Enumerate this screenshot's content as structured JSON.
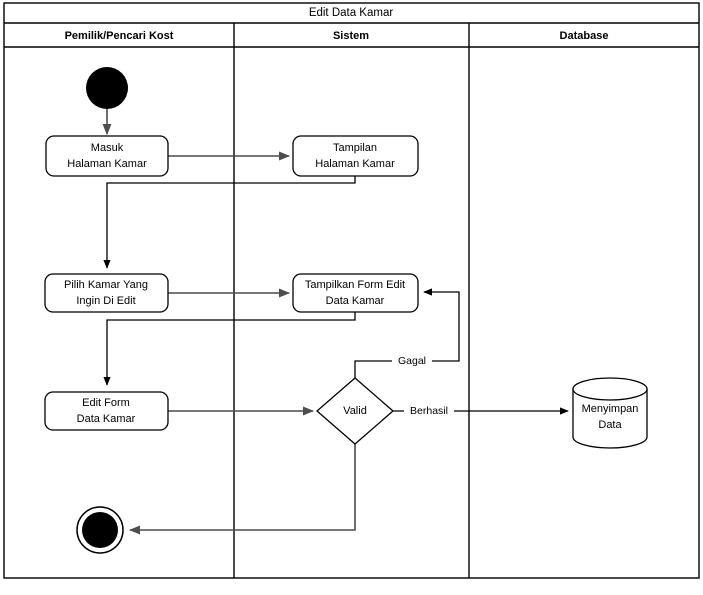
{
  "diagram": {
    "title": "Edit Data Kamar",
    "type": "uml-activity-diagram",
    "lanes": [
      {
        "id": "actor",
        "label": "Pemilik/Pencari Kost"
      },
      {
        "id": "system",
        "label": "Sistem"
      },
      {
        "id": "database",
        "label": "Database"
      }
    ],
    "nodes": {
      "start": {
        "kind": "initial-node",
        "lane": "actor"
      },
      "masuk_halaman_kamar": {
        "kind": "activity",
        "lane": "actor",
        "line1": "Masuk",
        "line2": "Halaman Kamar"
      },
      "tampilan_halaman_kamar": {
        "kind": "activity",
        "lane": "system",
        "line1": "Tampilan",
        "line2": "Halaman Kamar"
      },
      "pilih_kamar": {
        "kind": "activity",
        "lane": "actor",
        "line1": "Pilih Kamar Yang",
        "line2": "Ingin Di Edit"
      },
      "tampilkan_form_edit": {
        "kind": "activity",
        "lane": "system",
        "line1": "Tampilkan Form Edit",
        "line2": "Data Kamar"
      },
      "edit_form": {
        "kind": "activity",
        "lane": "actor",
        "line1": "Edit Form",
        "line2": "Data Kamar"
      },
      "valid": {
        "kind": "decision",
        "lane": "system",
        "label": "Valid"
      },
      "menyimpan_data": {
        "kind": "datastore",
        "lane": "database",
        "line1": "Menyimpan",
        "line2": "Data"
      },
      "end": {
        "kind": "final-node",
        "lane": "actor"
      }
    },
    "edges": [
      {
        "from": "start",
        "to": "masuk_halaman_kamar",
        "label": ""
      },
      {
        "from": "masuk_halaman_kamar",
        "to": "tampilan_halaman_kamar",
        "label": ""
      },
      {
        "from": "tampilan_halaman_kamar",
        "to": "pilih_kamar",
        "label": ""
      },
      {
        "from": "pilih_kamar",
        "to": "tampilkan_form_edit",
        "label": ""
      },
      {
        "from": "tampilkan_form_edit",
        "to": "edit_form",
        "label": ""
      },
      {
        "from": "edit_form",
        "to": "valid",
        "label": ""
      },
      {
        "from": "valid",
        "to": "tampilkan_form_edit",
        "label": "Gagal"
      },
      {
        "from": "valid",
        "to": "menyimpan_data",
        "label": "Berhasil"
      },
      {
        "from": "valid",
        "to": "end",
        "label": ""
      }
    ],
    "edge_labels": {
      "gagal": "Gagal",
      "berhasil": "Berhasil"
    },
    "colors": {
      "background": "#ffffff",
      "stroke": "#000000",
      "flow_stroke": "#4d4d4d",
      "node_fill": "#ffffff",
      "node_solid": "#000000"
    }
  }
}
